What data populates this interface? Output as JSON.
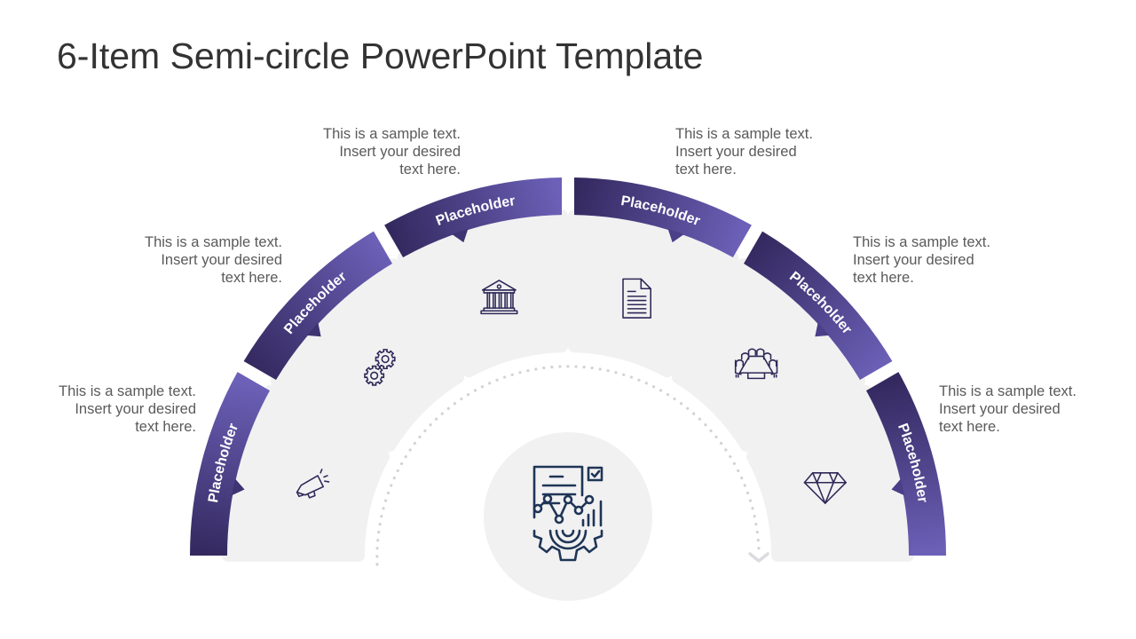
{
  "title": "6-Item Semi-circle PowerPoint Template",
  "colors": {
    "band_light": "#6c60b8",
    "band_dark": "#34295f",
    "tile_fill": "#f1f1f2",
    "icon_stroke": "#2e2857",
    "center_icon_stroke": "#1f3556",
    "text": "#5a5a5a",
    "title": "#333333",
    "dots": "#d3d3d6"
  },
  "center": {
    "icon": "analytics-gear-report-icon"
  },
  "items": [
    {
      "label": "Placeholder",
      "icon": "megaphone-icon",
      "text": [
        "This is a sample text.",
        "Insert your desired",
        "text here."
      ]
    },
    {
      "label": "Placeholder",
      "icon": "gears-icon",
      "text": [
        "This is a sample text.",
        "Insert your desired",
        "text here."
      ]
    },
    {
      "label": "Placeholder",
      "icon": "bank-building-icon",
      "text": [
        "This is a sample text.",
        "Insert your desired",
        "text here."
      ]
    },
    {
      "label": "Placeholder",
      "icon": "document-icon",
      "text": [
        "This is a sample text.",
        "Insert your desired",
        "text here."
      ]
    },
    {
      "label": "Placeholder",
      "icon": "meeting-table-icon",
      "text": [
        "This is a sample text.",
        "Insert your desired",
        "text here."
      ]
    },
    {
      "label": "Placeholder",
      "icon": "diamond-icon",
      "text": [
        "This is a sample text.",
        "Insert your desired",
        "text here."
      ]
    }
  ]
}
